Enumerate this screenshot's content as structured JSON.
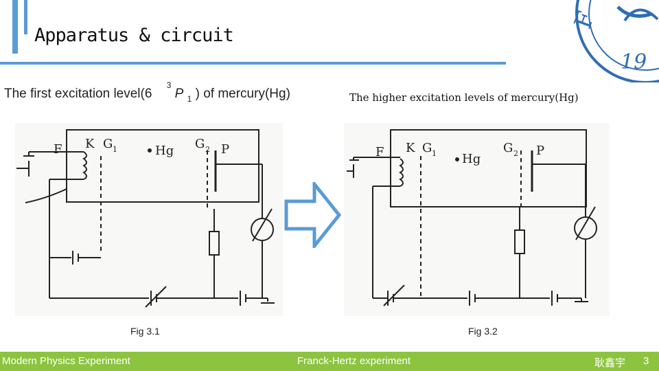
{
  "slide": {
    "title": "Apparatus & circuit",
    "subtitle_left": {
      "text_before": "The first excitation level(6",
      "sup": "3",
      "symbol": "P",
      "sub": "1",
      "text_after": ") of mercury(Hg)"
    },
    "subtitle_right": "The higher excitation levels of mercury(Hg)",
    "figures": [
      {
        "caption": "Fig 3.1",
        "labels": {
          "filament": "F",
          "cathode": "K",
          "grid1": "G",
          "grid1_sub": "1",
          "mercury": "Hg",
          "grid2": "G",
          "grid2_sub": "2",
          "plate": "P"
        }
      },
      {
        "caption": "Fig 3.2",
        "labels": {
          "filament": "F",
          "cathode": "K",
          "grid1": "G",
          "grid1_sub": "1",
          "mercury": "Hg",
          "grid2": "G",
          "grid2_sub": "2",
          "plate": "P"
        }
      }
    ],
    "arrow_icon": "right-arrow-icon",
    "seal_text": "19",
    "seal_initial": "F"
  },
  "footer": {
    "left": "Modern Physics Experiment",
    "center": "Franck-Hertz experiment",
    "author": "耿鑫宇",
    "page_number": "3"
  },
  "colors": {
    "accent_blue": "#5b9bd5",
    "footer_green": "#8cc43f",
    "seal_blue": "#2f6db5"
  }
}
